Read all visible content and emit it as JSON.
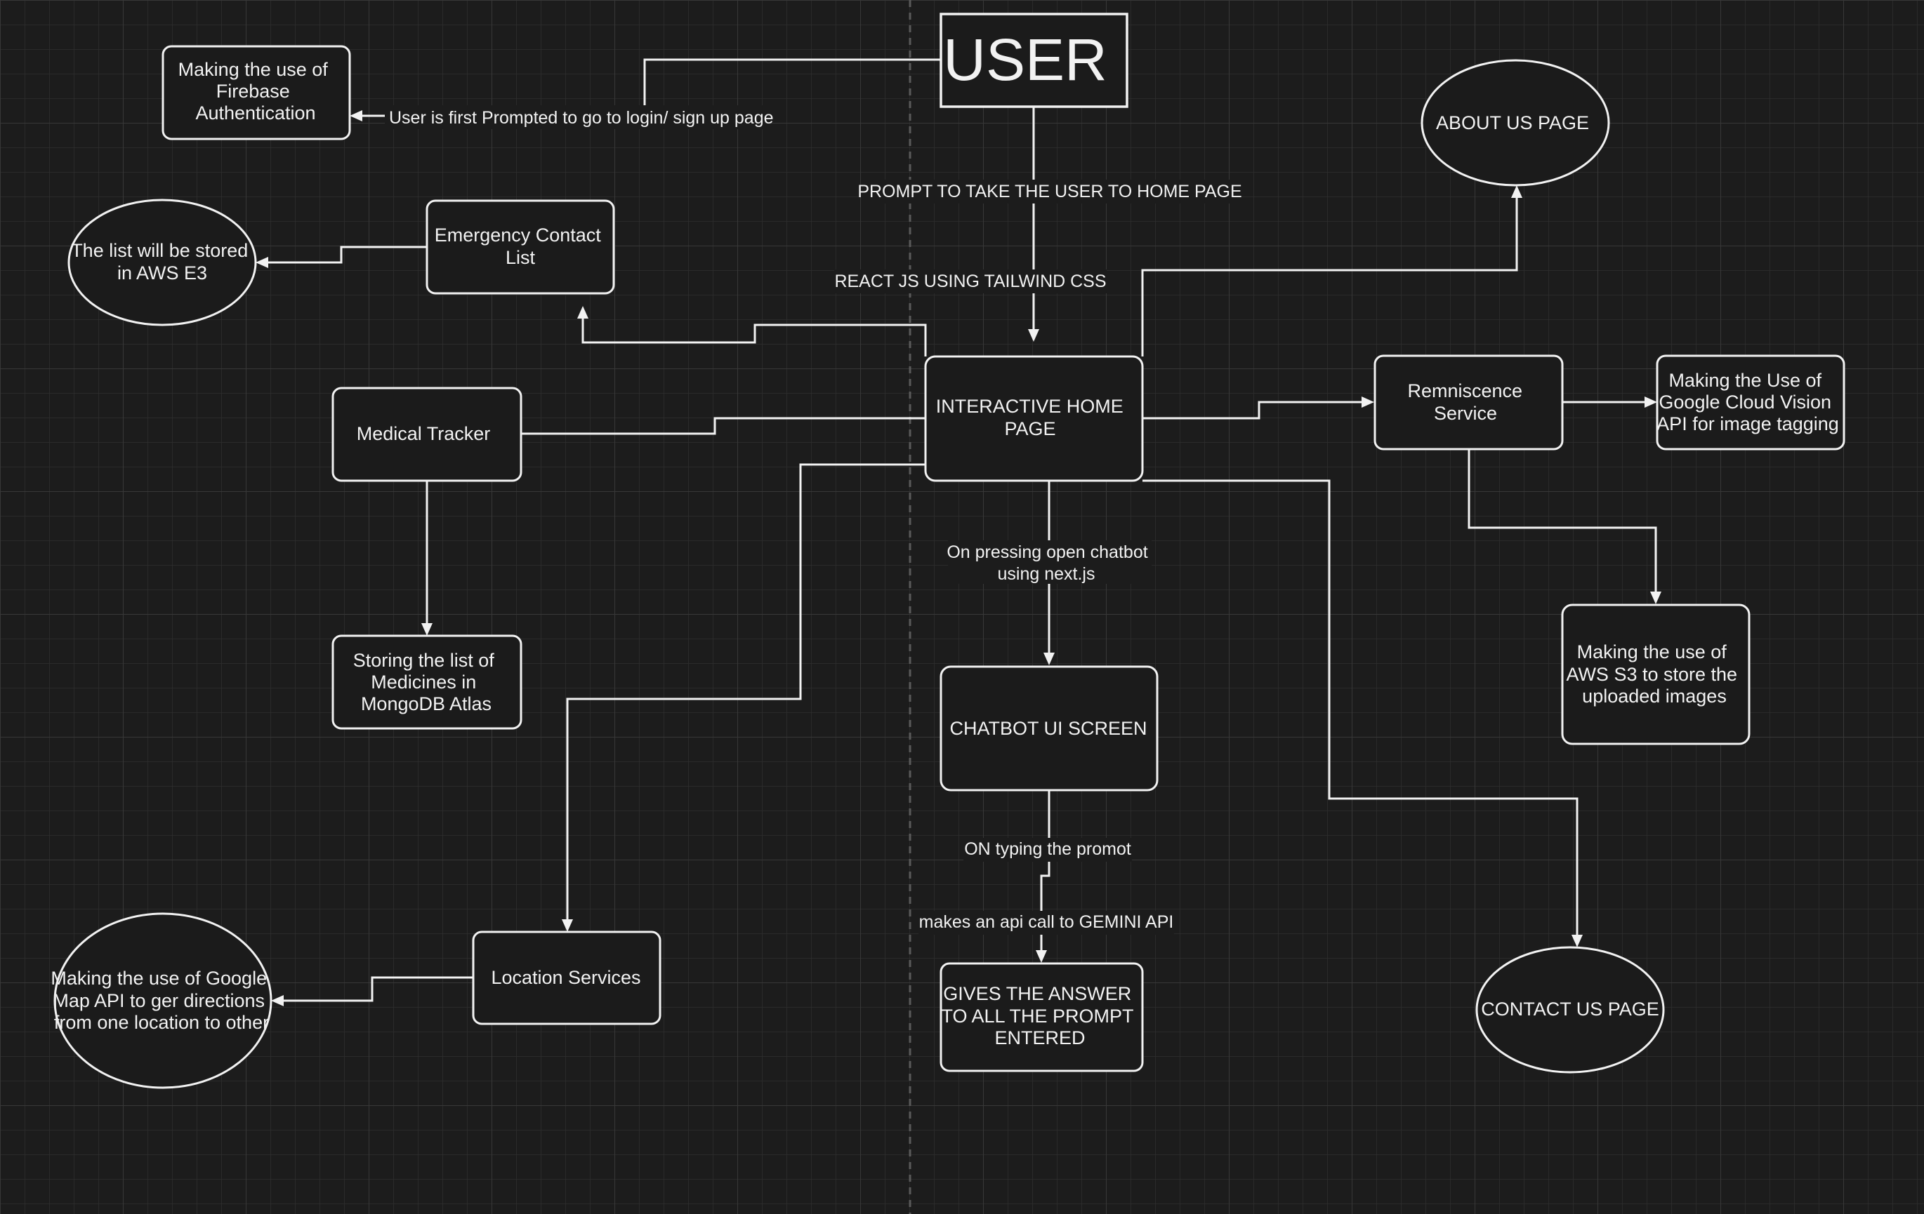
{
  "canvas": {
    "background": "#1c1c1c",
    "grid_color": "#2e2e2e",
    "stroke_color": "#f2f2f2"
  },
  "nodes": {
    "user": {
      "lines": [
        "USER"
      ]
    },
    "firebase": {
      "lines": [
        "Making the use of",
        "Firebase",
        "Authentication"
      ]
    },
    "emergency": {
      "lines": [
        "Emergency Contact",
        "List"
      ]
    },
    "aws_e3": {
      "lines": [
        "The list will be stored",
        "in AWS E3"
      ]
    },
    "medical": {
      "lines": [
        "Medical Tracker"
      ]
    },
    "mongodb": {
      "lines": [
        "Storing the list of",
        "Medicines in",
        "MongoDB Atlas"
      ]
    },
    "home": {
      "lines": [
        "INTERACTIVE HOME",
        "PAGE"
      ]
    },
    "about": {
      "lines": [
        "ABOUT US PAGE"
      ]
    },
    "reminiscence": {
      "lines": [
        "Remniscence",
        "Service"
      ]
    },
    "vision": {
      "lines": [
        "Making the Use of",
        "Google Cloud Vision",
        "API for image tagging"
      ]
    },
    "s3": {
      "lines": [
        "Making the use of",
        "AWS S3 to store the",
        "uploaded images"
      ]
    },
    "chatbot": {
      "lines": [
        "CHATBOT UI SCREEN"
      ]
    },
    "answer": {
      "lines": [
        "GIVES THE ANSWER",
        "TO ALL THE PROMPT",
        "ENTERED"
      ]
    },
    "location": {
      "lines": [
        "Location Services"
      ]
    },
    "maps": {
      "lines": [
        "Making the use of Google",
        "Map API to ger directions",
        "from one location to other"
      ]
    },
    "contact": {
      "lines": [
        "CONTACT US PAGE"
      ]
    }
  },
  "edge_labels": {
    "login_prompt": "User is first Prompted to go to login/ sign up page",
    "home_prompt": "PROMPT TO TAKE THE USER TO HOME PAGE",
    "react_tailwind": "REACT JS USING TAILWIND CSS",
    "open_chatbot": [
      "On pressing open chatbot",
      "using next.js"
    ],
    "typing_prompt": "ON typing the promot",
    "gemini_call": "makes an api call to GEMINI API"
  }
}
